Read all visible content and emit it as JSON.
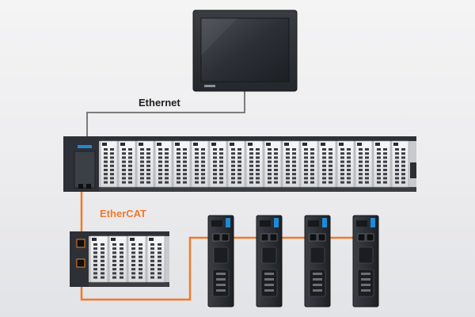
{
  "labels": {
    "ethernet": "Ethernet",
    "ethercat": "EtherCAT"
  },
  "colors": {
    "ethernet_cable": "#7c7c7c",
    "ethercat_cable": "#f07a2a",
    "device_body": "#2b2f36",
    "module_face": "#e9eaec",
    "accent_blue": "#1f8ad6"
  },
  "devices": {
    "hmi": "touch-panel-display",
    "controller_rack": "plc-controller-with-io-modules",
    "remote_io": "ethercat-remote-io-rack",
    "servo_drive_count": 4
  }
}
